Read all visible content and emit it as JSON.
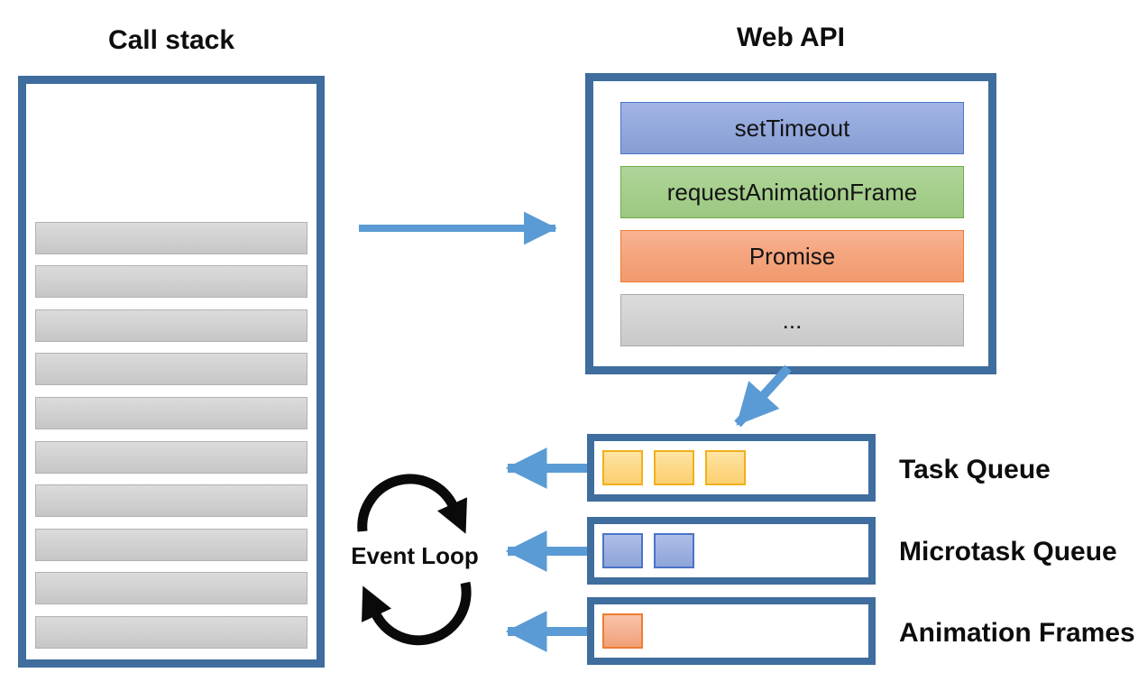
{
  "call_stack": {
    "title": "Call stack",
    "frame_count": 10
  },
  "web_api": {
    "title": "Web API",
    "items": [
      {
        "label": "setTimeout",
        "color": "blue"
      },
      {
        "label": "requestAnimationFrame",
        "color": "green"
      },
      {
        "label": "Promise",
        "color": "orange"
      },
      {
        "label": "...",
        "color": "gray"
      }
    ]
  },
  "queues": [
    {
      "label": "Task Queue",
      "chip_count": 3,
      "chip_color": "yellow"
    },
    {
      "label": "Microtask Queue",
      "chip_count": 2,
      "chip_color": "blue"
    },
    {
      "label": "Animation Frames",
      "chip_count": 1,
      "chip_color": "salmon"
    }
  ],
  "event_loop": {
    "label": "Event Loop"
  },
  "colors": {
    "container_border": "#3e6d9e",
    "arrow": "#5b9bd5",
    "loop": "#0a0a0a",
    "api_blue_fill": "#95aadd",
    "api_blue_border": "#4a74c8",
    "api_green_fill": "#a6cf8d",
    "api_green_border": "#6fad49",
    "api_orange_fill": "#f5a57e",
    "api_orange_border": "#ed7d31",
    "api_gray_fill": "#d3d3d3",
    "api_gray_border": "#a9a9a9",
    "chip_yellow_fill": "#fcd988",
    "chip_yellow_border": "#f2b01c",
    "chip_blue_fill": "#9db0e0",
    "chip_blue_border": "#4a74c8",
    "chip_salmon_fill": "#f5b292",
    "chip_salmon_border": "#ed7d31",
    "stack_bar_fill": "#d0d0d0",
    "stack_bar_border": "#b2b2b2"
  }
}
